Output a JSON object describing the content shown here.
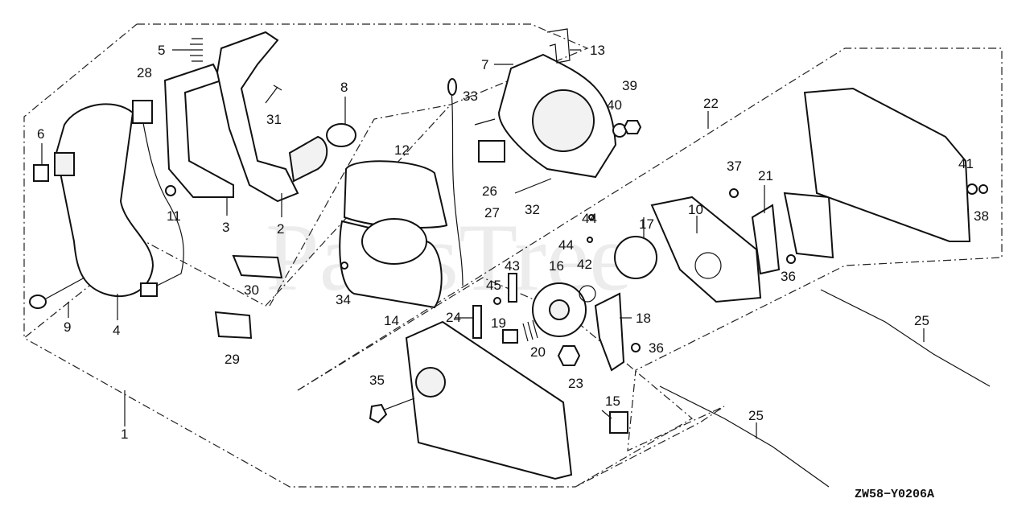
{
  "diagram": {
    "reference_code": "ZW58−Y0206A",
    "watermark": "PartsTree",
    "callouts": [
      {
        "id": "p1",
        "label": "1"
      },
      {
        "id": "p2",
        "label": "2"
      },
      {
        "id": "p3",
        "label": "3"
      },
      {
        "id": "p4",
        "label": "4"
      },
      {
        "id": "p5",
        "label": "5"
      },
      {
        "id": "p6",
        "label": "6"
      },
      {
        "id": "p7",
        "label": "7"
      },
      {
        "id": "p8",
        "label": "8"
      },
      {
        "id": "p9",
        "label": "9"
      },
      {
        "id": "p10",
        "label": "10"
      },
      {
        "id": "p11",
        "label": "11"
      },
      {
        "id": "p12",
        "label": "12"
      },
      {
        "id": "p13",
        "label": "13"
      },
      {
        "id": "p14",
        "label": "14"
      },
      {
        "id": "p15",
        "label": "15"
      },
      {
        "id": "p16",
        "label": "16"
      },
      {
        "id": "p17",
        "label": "17"
      },
      {
        "id": "p18",
        "label": "18"
      },
      {
        "id": "p19",
        "label": "19"
      },
      {
        "id": "p20",
        "label": "20"
      },
      {
        "id": "p21",
        "label": "21"
      },
      {
        "id": "p22",
        "label": "22"
      },
      {
        "id": "p23",
        "label": "23"
      },
      {
        "id": "p24",
        "label": "24"
      },
      {
        "id": "p25a",
        "label": "25"
      },
      {
        "id": "p25b",
        "label": "25"
      },
      {
        "id": "p26",
        "label": "26"
      },
      {
        "id": "p27",
        "label": "27"
      },
      {
        "id": "p28",
        "label": "28"
      },
      {
        "id": "p29",
        "label": "29"
      },
      {
        "id": "p30",
        "label": "30"
      },
      {
        "id": "p31",
        "label": "31"
      },
      {
        "id": "p32",
        "label": "32"
      },
      {
        "id": "p33",
        "label": "33"
      },
      {
        "id": "p34",
        "label": "34"
      },
      {
        "id": "p35",
        "label": "35"
      },
      {
        "id": "p36a",
        "label": "36"
      },
      {
        "id": "p36b",
        "label": "36"
      },
      {
        "id": "p37",
        "label": "37"
      },
      {
        "id": "p38",
        "label": "38"
      },
      {
        "id": "p39",
        "label": "39"
      },
      {
        "id": "p40",
        "label": "40"
      },
      {
        "id": "p41",
        "label": "41"
      },
      {
        "id": "p42",
        "label": "42"
      },
      {
        "id": "p43",
        "label": "43"
      },
      {
        "id": "p44a",
        "label": "44"
      },
      {
        "id": "p44b",
        "label": "44"
      },
      {
        "id": "p45",
        "label": "45"
      }
    ]
  }
}
